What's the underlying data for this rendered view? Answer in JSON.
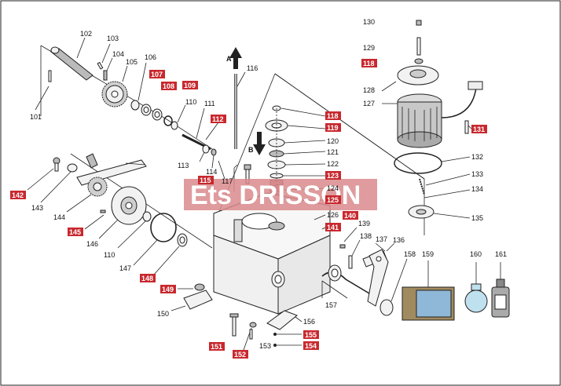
{
  "colors": {
    "highlight": "#c8282e",
    "watermark_bg": "#d9898c",
    "oil_box": "#8fb8d8",
    "line": "#222222"
  },
  "watermark": "Ets DRISSON",
  "arrows": {
    "a": "A",
    "b": "B"
  },
  "labels": {
    "l101": "101",
    "l102": "102",
    "l103": "103",
    "l104": "104",
    "l105": "105",
    "l106": "106",
    "l107": "107",
    "l108": "108",
    "l109": "109",
    "l110": "110",
    "l111": "111",
    "l112": "112",
    "l113": "113",
    "l114": "114",
    "l115": "115",
    "l116": "116",
    "l117": "117",
    "l118a": "118",
    "l118b": "118",
    "l119": "119",
    "l120": "120",
    "l121": "121",
    "l122": "122",
    "l123": "123",
    "l124": "124",
    "l125": "125",
    "l126": "126",
    "l127": "127",
    "l128": "128",
    "l129": "129",
    "l130": "130",
    "l131": "131",
    "l132": "132",
    "l133": "133",
    "l134": "134",
    "l135": "135",
    "l136": "136",
    "l137": "137",
    "l138": "138",
    "l139": "139",
    "l140": "140",
    "l141": "141",
    "l142": "142",
    "l143": "143",
    "l144": "144",
    "l145": "145",
    "l146": "146",
    "l147": "147",
    "l148": "148",
    "l149": "149",
    "l150": "150",
    "l151": "151",
    "l152": "152",
    "l153": "153",
    "l154": "154",
    "l155": "155",
    "l156": "156",
    "l157": "157",
    "l158": "158",
    "l159": "159",
    "l160": "160",
    "l161": "161",
    "l110b": "110"
  }
}
